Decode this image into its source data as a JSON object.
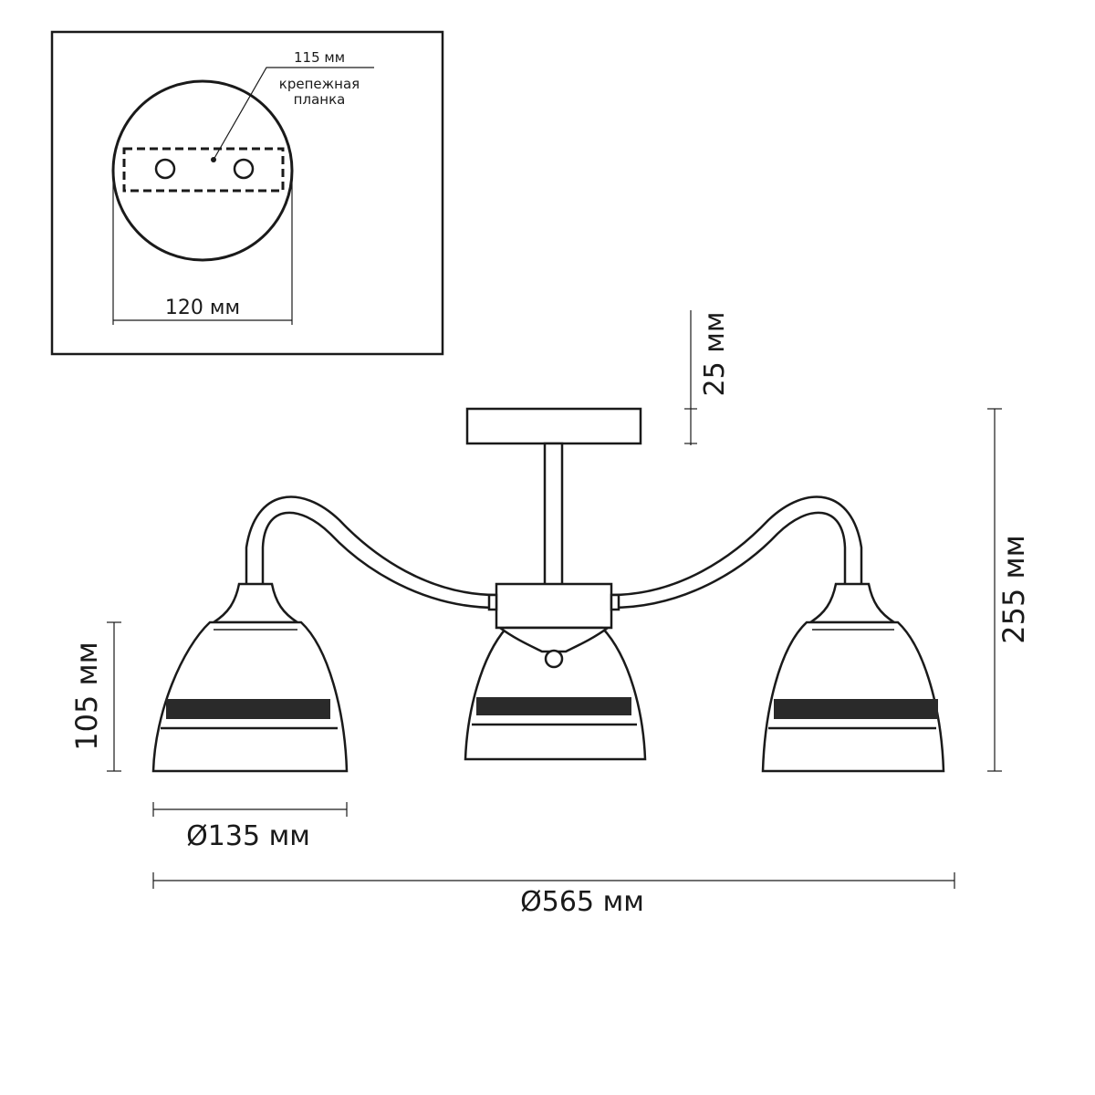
{
  "inset": {
    "plate_width_label": "115 мм",
    "plate_name_line1": "крепежная",
    "plate_name_line2": "планка",
    "canopy_width_label": "120 мм"
  },
  "dimensions": {
    "canopy_height": "25 мм",
    "total_height": "255 мм",
    "shade_height": "105 мм",
    "shade_diameter": "Ø135 мм",
    "total_diameter": "Ø565 мм"
  }
}
